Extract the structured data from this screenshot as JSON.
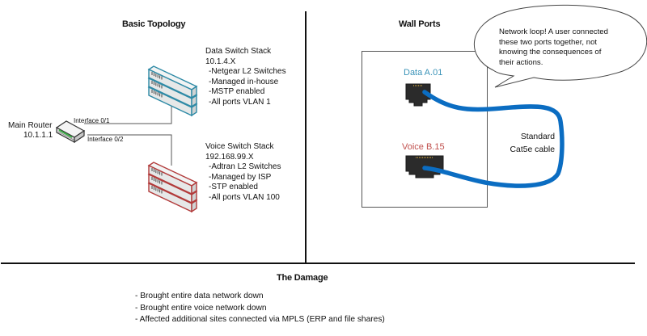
{
  "sections": {
    "topology": {
      "title": "Basic Topology",
      "router": {
        "name": "Main Router",
        "ip": "10.1.1.1",
        "interface1": "Interface 0/1",
        "interface2": "Interface 0/2"
      },
      "data_stack": {
        "name": "Data Switch Stack",
        "subnet": "10.1.4.X",
        "details": [
          "-Netgear L2 Switches",
          "-Managed in-house",
          "-MSTP enabled",
          "-All ports VLAN 1"
        ],
        "color": "#2e8aa6"
      },
      "voice_stack": {
        "name": "Voice Switch Stack",
        "subnet": "192.168.99.X",
        "details": [
          "-Adtran L2 Switches",
          "-Managed by ISP",
          "-STP enabled",
          "-All ports VLAN 100"
        ],
        "color": "#b23b3b"
      }
    },
    "wall_ports": {
      "title": "Wall Ports",
      "port_data": {
        "label": "Data A.01",
        "color": "#3a93b8"
      },
      "port_voice": {
        "label": "Voice B.15",
        "color": "#c0504d"
      },
      "cable_label": [
        "Standard",
        "Cat5e cable"
      ],
      "cable_color": "#0b6dc2",
      "callout": [
        "Network loop! A user connected",
        "these two ports together, not",
        "knowing the consequences of",
        "their actions."
      ]
    },
    "damage": {
      "title": "The Damage",
      "items": [
        "- Brought entire data network down",
        "- Brought entire voice network down",
        "- Affected additional sites connected via MPLS (ERP and file shares)"
      ]
    }
  }
}
